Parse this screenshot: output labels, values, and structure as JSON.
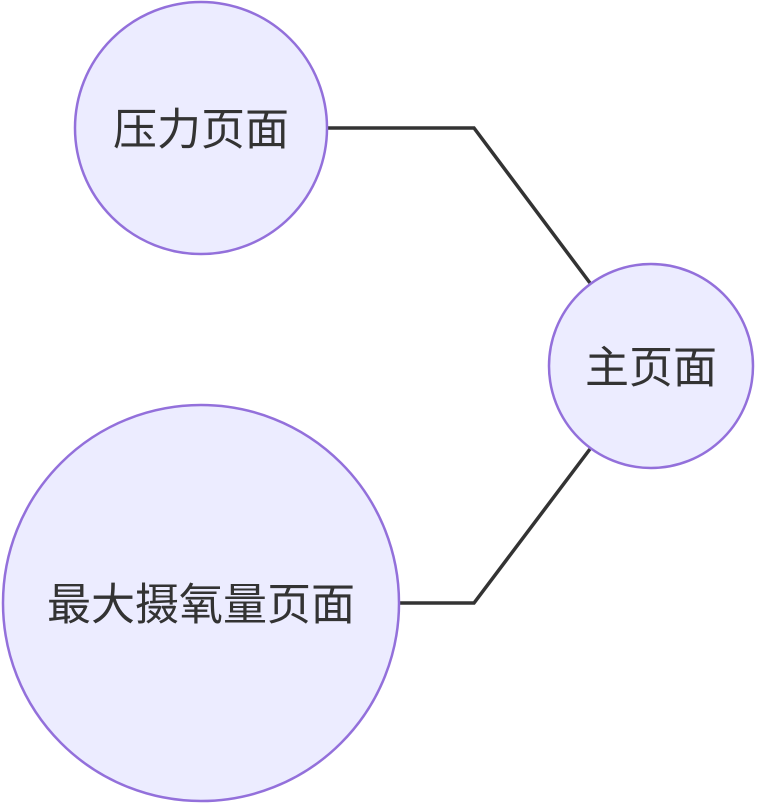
{
  "colors": {
    "node_fill": "#ececff",
    "node_stroke": "#9370db",
    "edge": "#333333",
    "text": "#333333",
    "background": "#ffffff"
  },
  "nodes": {
    "main_page": {
      "label": "主页面"
    },
    "pressure_page": {
      "label": "压力页面"
    },
    "vo2max_page": {
      "label": "最大摄氧量页面"
    }
  },
  "edges": [
    {
      "from": "main_page",
      "to": "pressure_page"
    },
    {
      "from": "main_page",
      "to": "vo2max_page"
    }
  ]
}
